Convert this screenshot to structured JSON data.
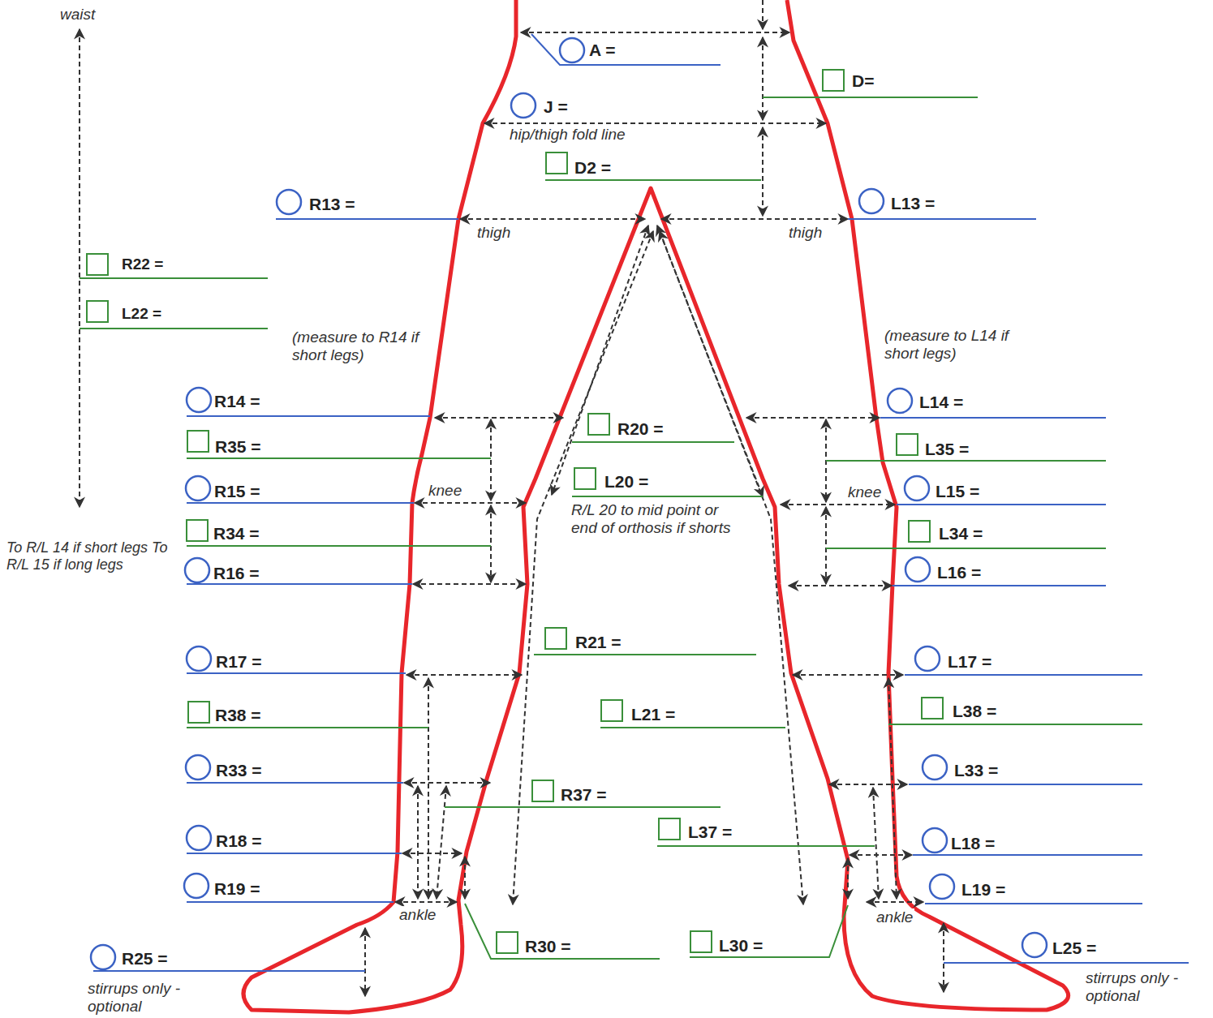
{
  "diagram": {
    "labels": [
      "waist",
      "A =",
      "D=",
      "J =",
      "hip/thigh fold line",
      "D2 =",
      "R13 =",
      "thigh",
      "L13 =",
      "thigh",
      "R22 =",
      "L22 =",
      "(measure to R14 if short legs)",
      "(measure to L14 if short legs)",
      "R14 =",
      "L14 =",
      "R20 =",
      "R35 =",
      "L35 =",
      "knee",
      "R15 =",
      "knee",
      "L15 =",
      "L20 =",
      "R/L 20 to mid point or end of orthosis if shorts",
      "R34 =",
      "L34 =",
      "To R/L 14 if short legs To R/L 15 if long legs",
      "R16 =",
      "L16 =",
      "R21 =",
      "R17 =",
      "L17 =",
      "R38 =",
      "L38 =",
      "L21 =",
      "R33 =",
      "L33 =",
      "R37 =",
      "L37 =",
      "R18 =",
      "L18 =",
      "R19 =",
      "L19 =",
      "ankle",
      "ankle",
      "R30 =",
      "L30 =",
      "R25 =",
      "L25 =",
      "stirrups only - optional",
      "stirrups only - optional"
    ]
  }
}
